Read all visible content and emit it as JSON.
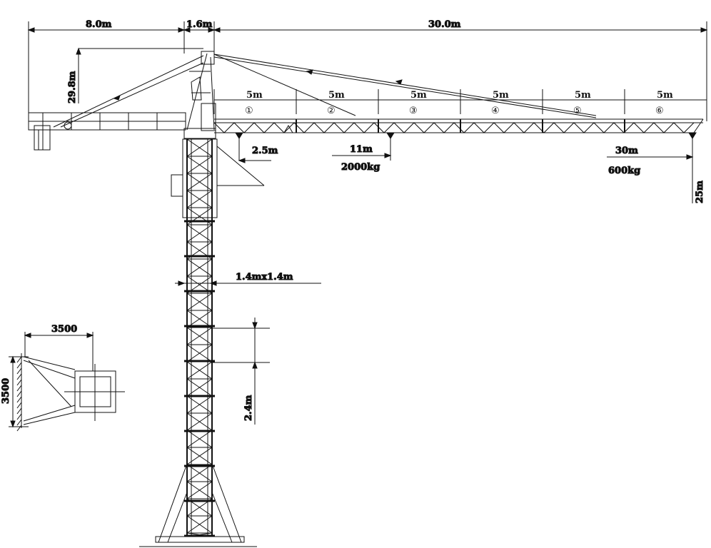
{
  "dimensions": {
    "counter_jib_length": "8.0m",
    "tower_head_width": "1.6m",
    "jib_length": "30.0m",
    "tower_height": "29.8m",
    "tower_section": "1.4mx1.4m",
    "section_height": "2.4m",
    "hook_height": "25m",
    "anchor_width": "3500",
    "anchor_height": "3500"
  },
  "jib_segments": [
    {
      "length": "5m",
      "number": "①"
    },
    {
      "length": "5m",
      "number": "②"
    },
    {
      "length": "5m",
      "number": "③"
    },
    {
      "length": "5m",
      "number": "④"
    },
    {
      "length": "5m",
      "number": "⑤"
    },
    {
      "length": "5m",
      "number": "⑥"
    }
  ],
  "loads": [
    {
      "radius": "2.5m",
      "mass": ""
    },
    {
      "radius": "11m",
      "mass": "2000kg"
    },
    {
      "radius": "30m",
      "mass": "600kg"
    }
  ]
}
